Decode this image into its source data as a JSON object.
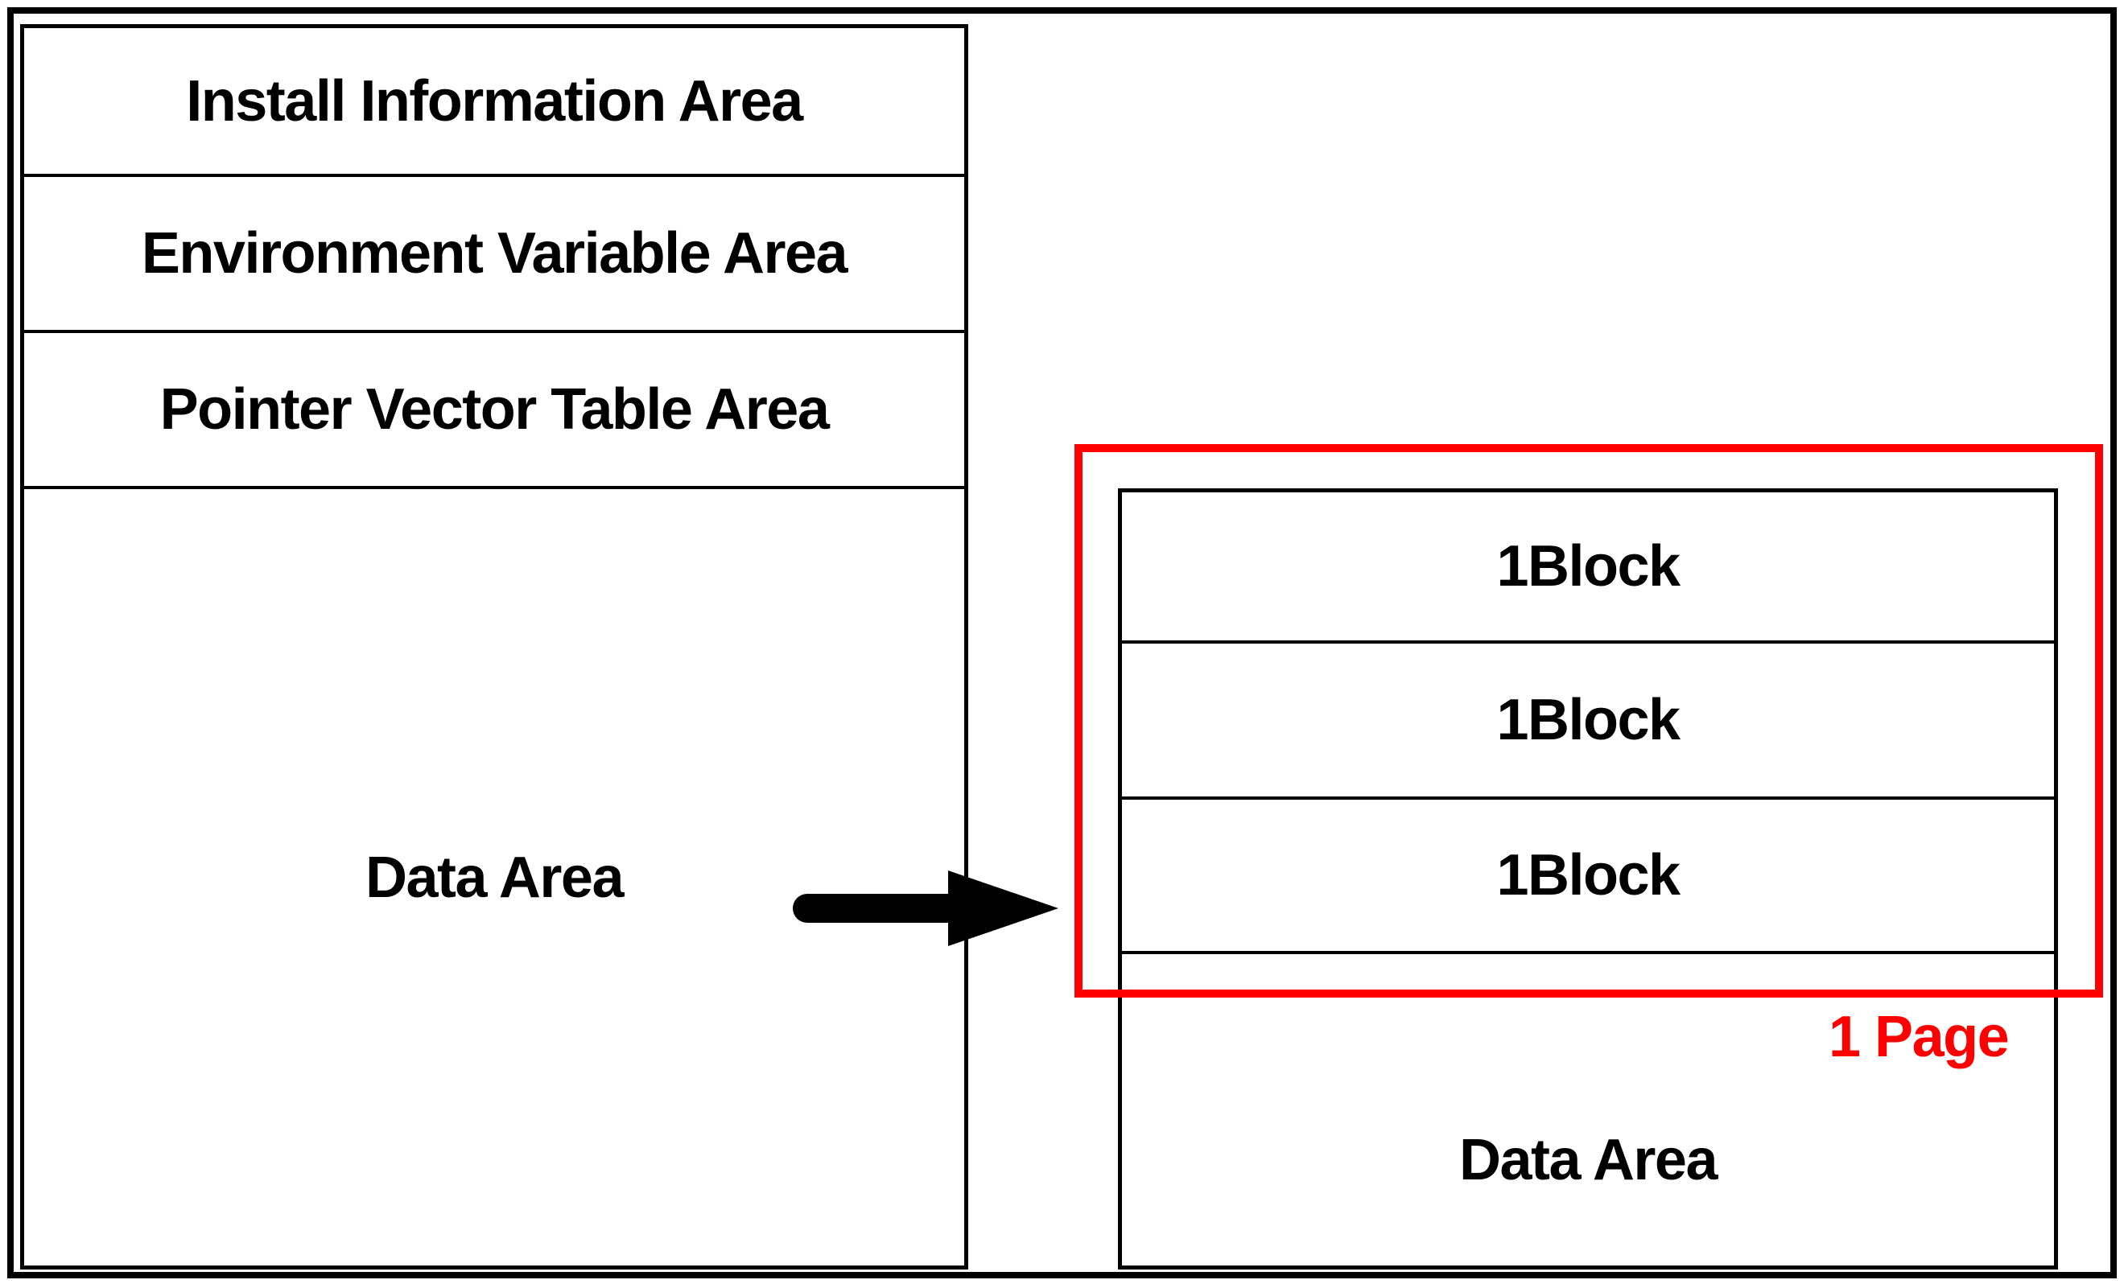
{
  "diagram": {
    "left_table": {
      "rows": [
        {
          "label": "Install Information Area"
        },
        {
          "label": "Environment Variable Area"
        },
        {
          "label": "Pointer Vector Table Area"
        },
        {
          "label": "Data Area"
        }
      ]
    },
    "arrow_icon": "right-arrow",
    "right_table": {
      "block_rows": [
        {
          "label": "1Block"
        },
        {
          "label": "1Block"
        },
        {
          "label": "1Block"
        }
      ],
      "data_row": {
        "label": "Data Area"
      }
    },
    "page_annotation": {
      "label": "1 Page"
    },
    "colors": {
      "line": "#000000",
      "highlight": "#ff0000",
      "background": "#ffffff",
      "text": "#000000"
    }
  }
}
